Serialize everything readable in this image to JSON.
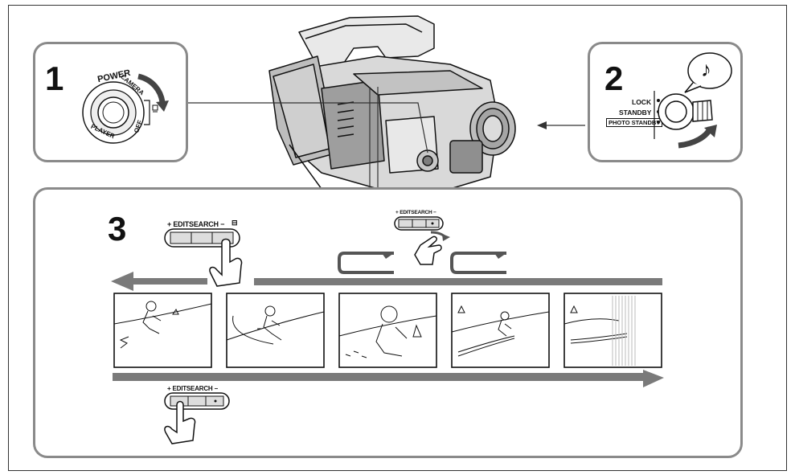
{
  "step1": {
    "number": "1",
    "power_label": "POWER",
    "dial_camera": "CAMERA",
    "dial_player": "PLAYER",
    "dial_off": "OFF"
  },
  "step2": {
    "number": "2",
    "lock_label": "LOCK",
    "standby_label": "STANDBY",
    "photo_standby_label": "PHOTO STANDBY",
    "beep_symbol": "♪"
  },
  "step3": {
    "number": "3",
    "editsearch_main": "+ EDITSEARCH −",
    "editsearch_top": "+ EDITSEARCH −",
    "editsearch_bottom": "+ EDITSEARCH −"
  },
  "colors": {
    "panel_border": "#8a8a8a",
    "arrow_gray": "#7a7a7a",
    "ink": "#111111"
  }
}
